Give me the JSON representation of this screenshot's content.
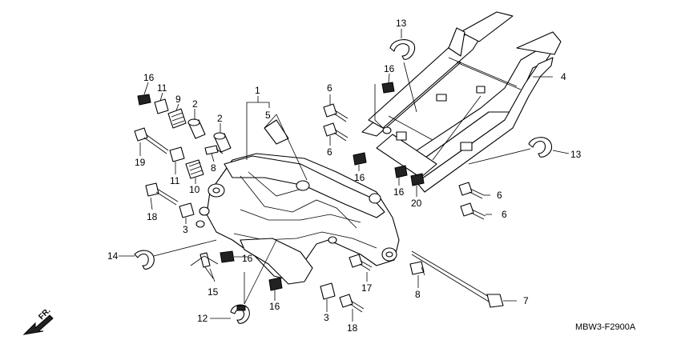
{
  "diagram": {
    "code": "MBW3-F2900A",
    "direction_label": "FR.",
    "callouts": {
      "c1": "1",
      "c2a": "2",
      "c2b": "2",
      "c3a": "3",
      "c3b": "3",
      "c4": "4",
      "c5": "5",
      "c6a": "6",
      "c6b": "6",
      "c6c": "6",
      "c6d": "6",
      "c7": "7",
      "c8a": "8",
      "c8b": "8",
      "c9": "9",
      "c10": "10",
      "c11a": "11",
      "c11b": "11",
      "c12": "12",
      "c13a": "13",
      "c13b": "13",
      "c14": "14",
      "c15": "15",
      "c16a": "16",
      "c16b": "16",
      "c16c": "16",
      "c16d": "16",
      "c16e": "16",
      "c16f": "16",
      "c17": "17",
      "c18a": "18",
      "c18b": "18",
      "c19": "19",
      "c20": "20"
    }
  }
}
